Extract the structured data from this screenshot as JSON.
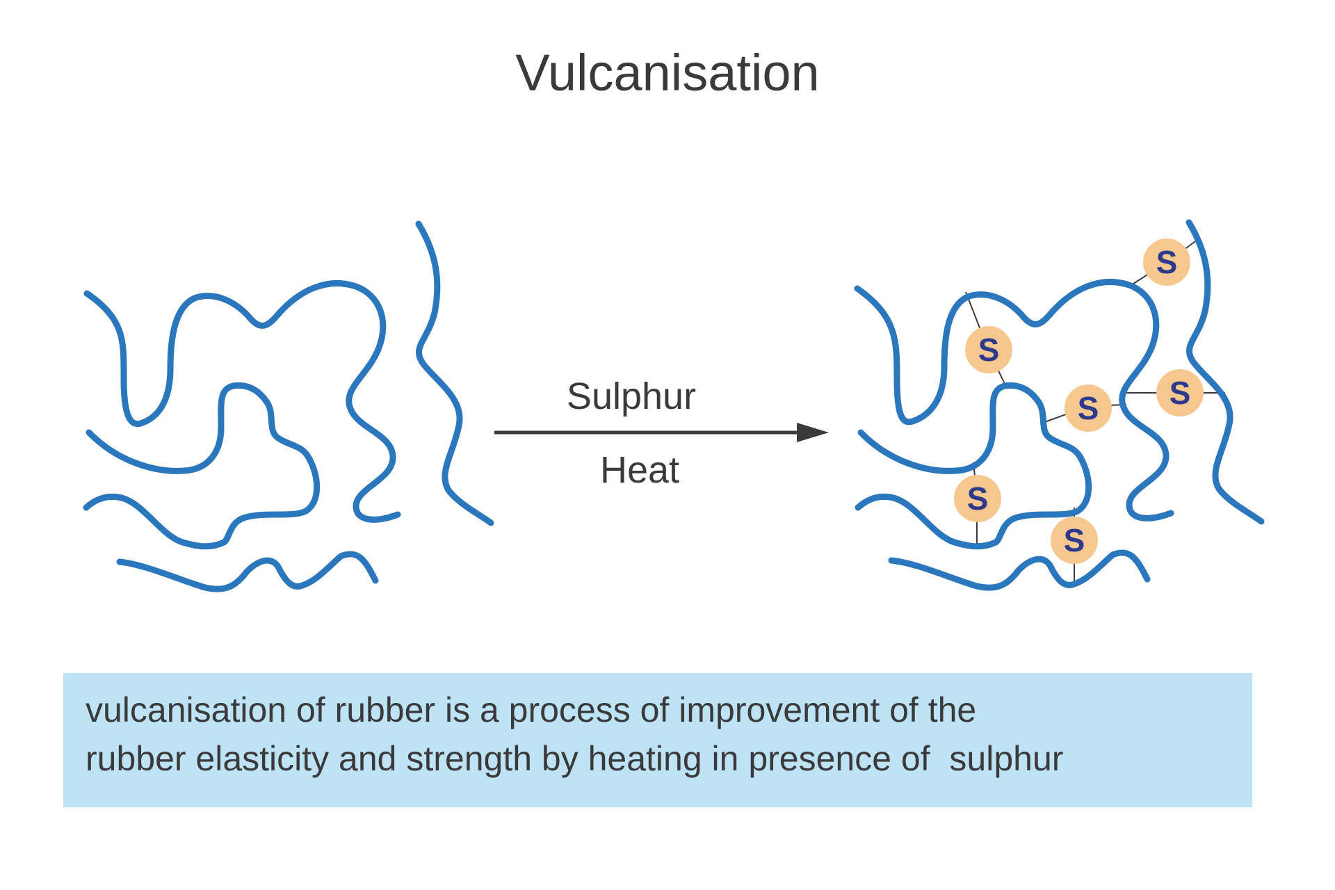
{
  "title": "Vulcanisation",
  "arrow": {
    "label_above": "Sulphur",
    "label_below": "Heat"
  },
  "atoms": {
    "label": "S",
    "count": 6
  },
  "caption": {
    "line1": "vulcanisation of rubber is a process of improvement of the",
    "line2": "rubber elasticity and strength by heating in presence of  sulphur"
  },
  "colors": {
    "chain": "#2a77bd",
    "atom_fill": "#f6c890",
    "atom_text": "#2d3a8c",
    "caption_background": "#bee3f5",
    "text": "#3a3a3c"
  }
}
